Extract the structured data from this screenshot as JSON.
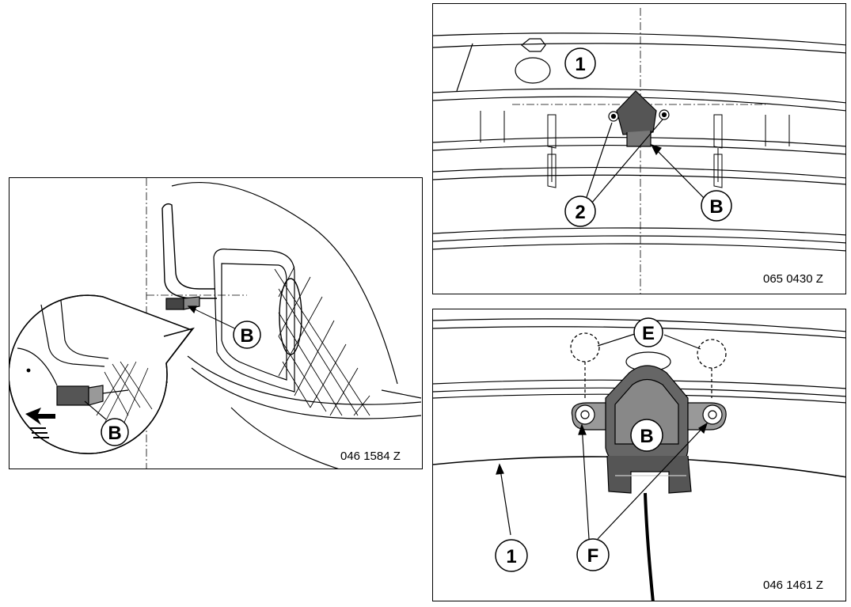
{
  "panels": {
    "left": {
      "figure_code": "046 1584 Z",
      "callouts": {
        "b_main": "B",
        "b_detail": "B"
      }
    },
    "top_right": {
      "figure_code": "065 0430 Z",
      "callouts": {
        "one": "1",
        "two": "2",
        "b": "B"
      }
    },
    "bottom_right": {
      "figure_code": "046 1461 Z",
      "callouts": {
        "e": "E",
        "b": "B",
        "one": "1",
        "f": "F"
      }
    }
  },
  "colors": {
    "line": "#000000",
    "part_fill": "#444444",
    "part_light": "#888888",
    "background": "#ffffff"
  }
}
